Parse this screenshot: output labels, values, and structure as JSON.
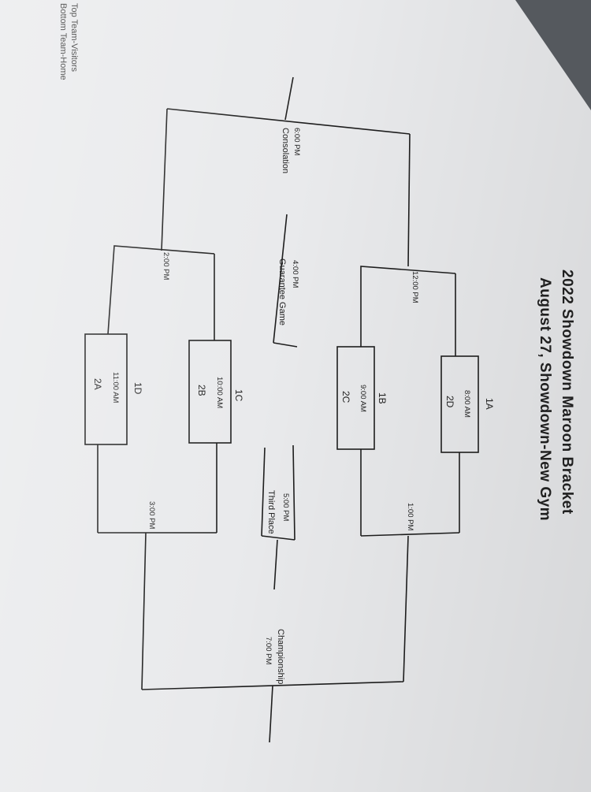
{
  "title": "2022 Showdown Maroon Bracket",
  "subtitle": "August 27, Showdown-New Gym",
  "legend": {
    "top": "Top Team-Visitors",
    "bottom": "Bottom Team-Home"
  },
  "games": [
    {
      "id": "1A",
      "time": "8:00 AM",
      "team": "2D"
    },
    {
      "id": "1B",
      "time": "9:00 AM",
      "team": "2C"
    },
    {
      "id": "1C",
      "time": "10:00 AM",
      "team": "2B"
    },
    {
      "id": "1D",
      "time": "11:00 AM",
      "team": "2A"
    }
  ],
  "slots": {
    "noon": "12:00 PM",
    "one_pm": "1:00 PM",
    "two_pm": "2:00 PM",
    "three_pm": "3:00 PM",
    "guarantee_time": "4:00 PM",
    "guarantee_label": "Guarantee Game",
    "third_time": "5:00 PM",
    "third_label": "Third Place",
    "consolation_time": "6:00 PM",
    "consolation_label": "Consolation",
    "championship_label": "Championship",
    "championship_time": "7:00 PM"
  }
}
